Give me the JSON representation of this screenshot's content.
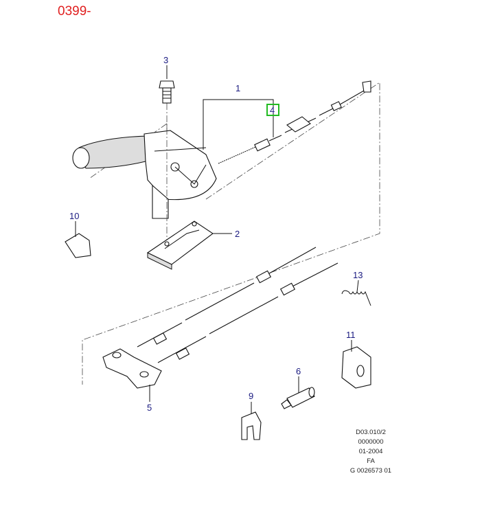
{
  "title": "0399-",
  "callouts": [
    "1",
    "2",
    "3",
    "4",
    "5",
    "6",
    "9",
    "10",
    "11",
    "13"
  ],
  "highlighted_callout": "4",
  "highlight_color": "#22bb22",
  "reference": {
    "line1": "D03.010/2",
    "line2": "0000000",
    "line3": "01-2004",
    "line4": "FA",
    "line5": "G 0026573 01"
  }
}
